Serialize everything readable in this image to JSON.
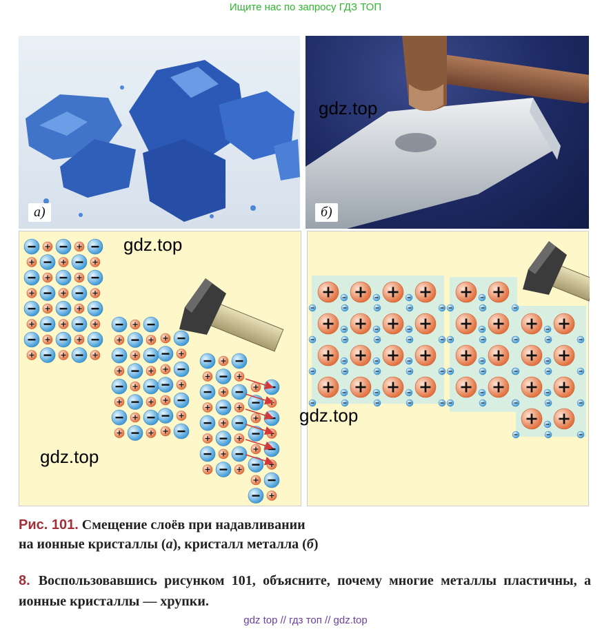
{
  "top_banner": "Ищите нас по запросу ГДЗ ТОП",
  "photo_a_label": "а)",
  "photo_b_label": "б)",
  "watermarks": [
    "gdz.top",
    "gdz.top",
    "gdz.top",
    "gdz.top"
  ],
  "caption": {
    "fig_num": "Рис. 101.",
    "line1": "Смещение слоёв при надавливании",
    "line2_prefix": "на ионные кристаллы (",
    "line2_a": "а",
    "line2_mid": "), кристалл металла (",
    "line2_b": "б",
    "line2_suffix": ")"
  },
  "question": {
    "number": "8.",
    "text": "Воспользовавшись рисунком 101, объясните, почему многие металлы пластичны, а ионные кристаллы — хрупки."
  },
  "bottom_links": "gdz top  //  гдз топ  //  gdz.top",
  "colors": {
    "banner_green": "#2eb82e",
    "link_purple": "#6a3fa0",
    "accent_red": "#a0303a",
    "panel_yellow": "#fdf7c9",
    "anion_blue": "#7fc3ea",
    "cation_orange": "#f09a6c"
  }
}
